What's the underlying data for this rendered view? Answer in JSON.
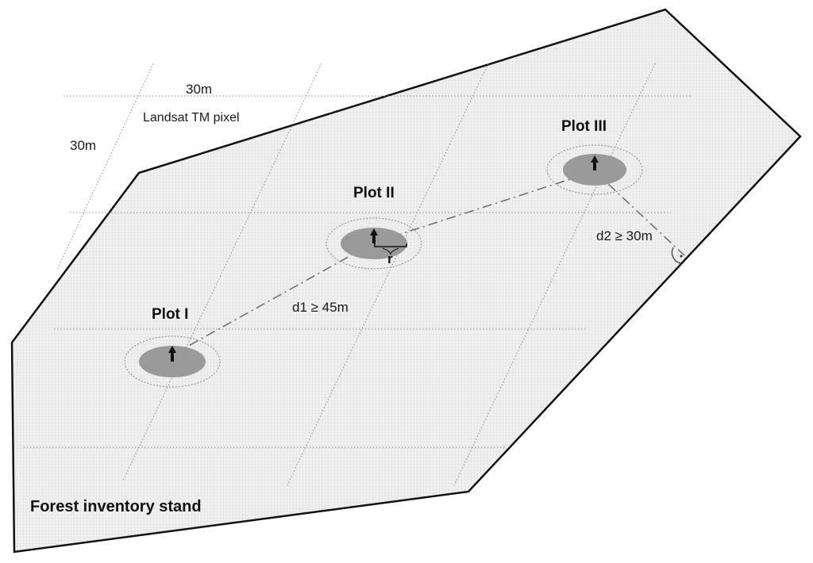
{
  "labels": {
    "grid_width": "30m",
    "grid_height": "30m",
    "pixel_caption": "Landsat TM pixel",
    "plot1": "Plot I",
    "plot2": "Plot II",
    "plot3": "Plot III",
    "radius": "r",
    "distance1": "d1 ≥ 45m",
    "distance2": "d2 ≥ 30m",
    "stand": "Forest inventory stand"
  },
  "colors": {
    "stand_fill": "#eeeeee",
    "stand_stipple": "#cfcfcf",
    "stand_border": "#111111",
    "plot_fill": "#9a9a9a",
    "plot_buffer": "#8a8a8a",
    "grid_line": "#8c8c8c",
    "distance_line": "#6a6a6a",
    "arrow": "#111111",
    "text": "#1a1a1a"
  },
  "icons": {
    "plot_center": "up-arrow-icon",
    "right_angle": "right-angle-icon"
  }
}
